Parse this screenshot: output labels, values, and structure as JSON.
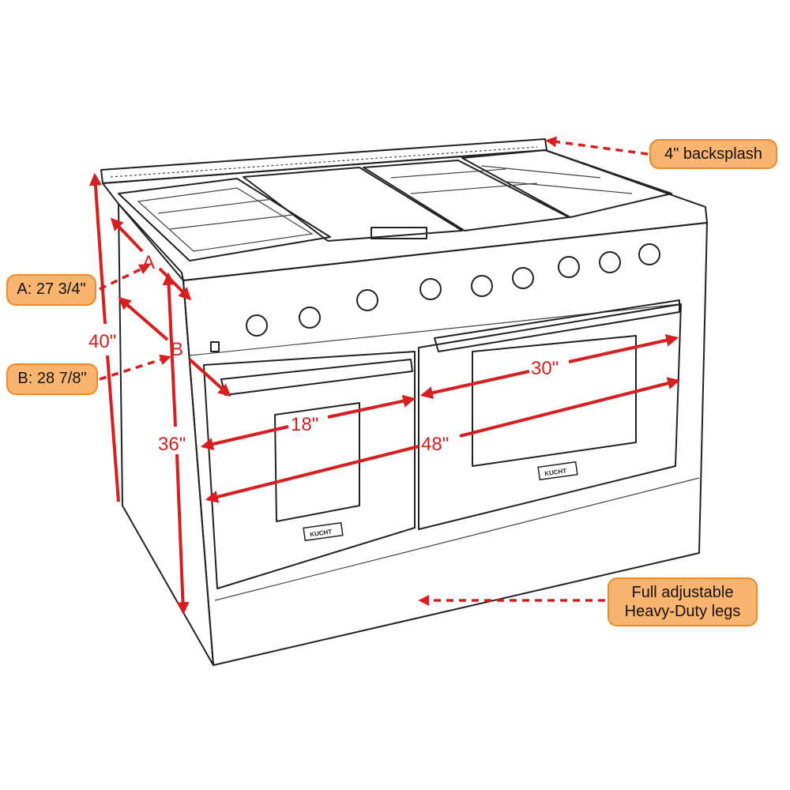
{
  "callouts": {
    "backsplash": "4\" backsplash",
    "depth_a": "A: 27 3/4\"",
    "depth_b": "B: 28 7/8\"",
    "legs_line1": "Full adjustable",
    "legs_line2": "Heavy-Duty legs"
  },
  "dimensions": {
    "total_height": "40\"",
    "cooking_height": "36\"",
    "label_a": "A",
    "label_b": "B",
    "small_oven_width": "18\"",
    "large_oven_width": "30\"",
    "total_width": "48\""
  },
  "brand_logo": "KUCHT",
  "colors": {
    "dimension_red": "#d81e1e",
    "callout_fill": "#f9b46f",
    "callout_border": "#ec8a28"
  }
}
